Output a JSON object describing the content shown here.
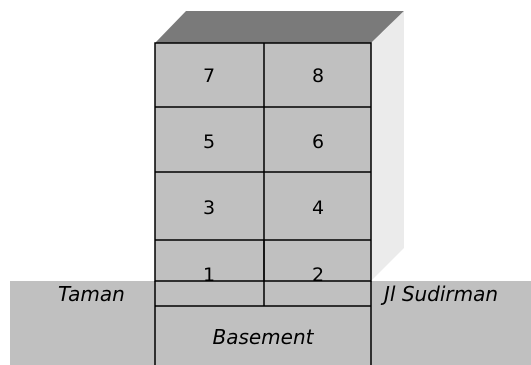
{
  "labels": {
    "left": "Taman",
    "right": "Jl Sudirman",
    "basement": "Basement"
  },
  "rooms": [
    "7",
    "8",
    "5",
    "6",
    "3",
    "4",
    "1",
    "2"
  ],
  "colors": {
    "ground": "#c0c0c0",
    "building_front": "#c0c0c0",
    "building_side": "#ebebeb",
    "building_top": "#7a7a7a",
    "lines": "#000000"
  }
}
